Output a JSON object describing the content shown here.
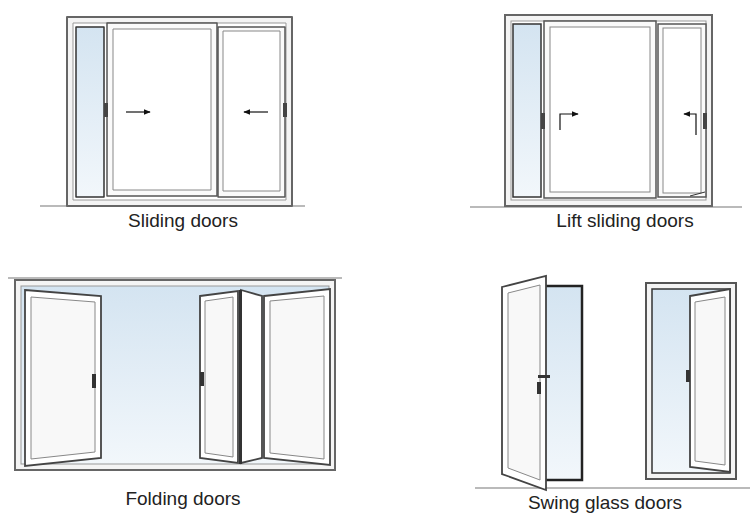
{
  "diagram": {
    "labels": [
      "Sliding doors",
      "Lift sliding doors",
      "Folding doors",
      "Swing glass doors"
    ]
  }
}
